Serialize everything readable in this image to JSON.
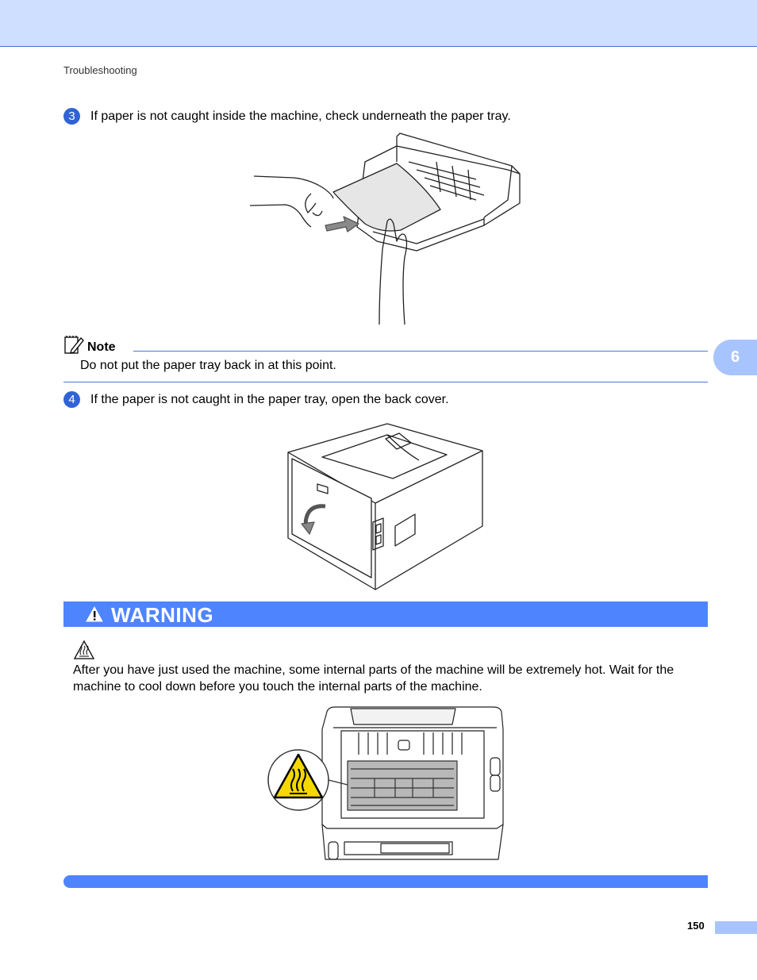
{
  "header": {
    "section": "Troubleshooting"
  },
  "steps": [
    {
      "number": "3",
      "text": "If paper is not caught inside the machine, check underneath the paper tray."
    },
    {
      "number": "4",
      "text": "If the paper is not caught in the paper tray, open the back cover."
    }
  ],
  "note": {
    "title": "Note",
    "body": "Do not put the paper tray back in at this point.",
    "icon": "note-pencil-icon"
  },
  "chapter_tab": "6",
  "warning": {
    "title": "WARNING",
    "text": "After you have just used the machine, some internal parts of the machine will be extremely hot. Wait for the machine to cool down before you touch the internal parts of the machine.",
    "icon": "warning-triangle-icon",
    "symbol": "hot-surface-icon"
  },
  "footer": {
    "page_number": "150"
  },
  "colors": {
    "accent": "#4f84ff",
    "band": "#cfdfff",
    "tab": "#a8c4ff",
    "step_badge": "#2f63d6",
    "hot_label": "#f5d800"
  }
}
